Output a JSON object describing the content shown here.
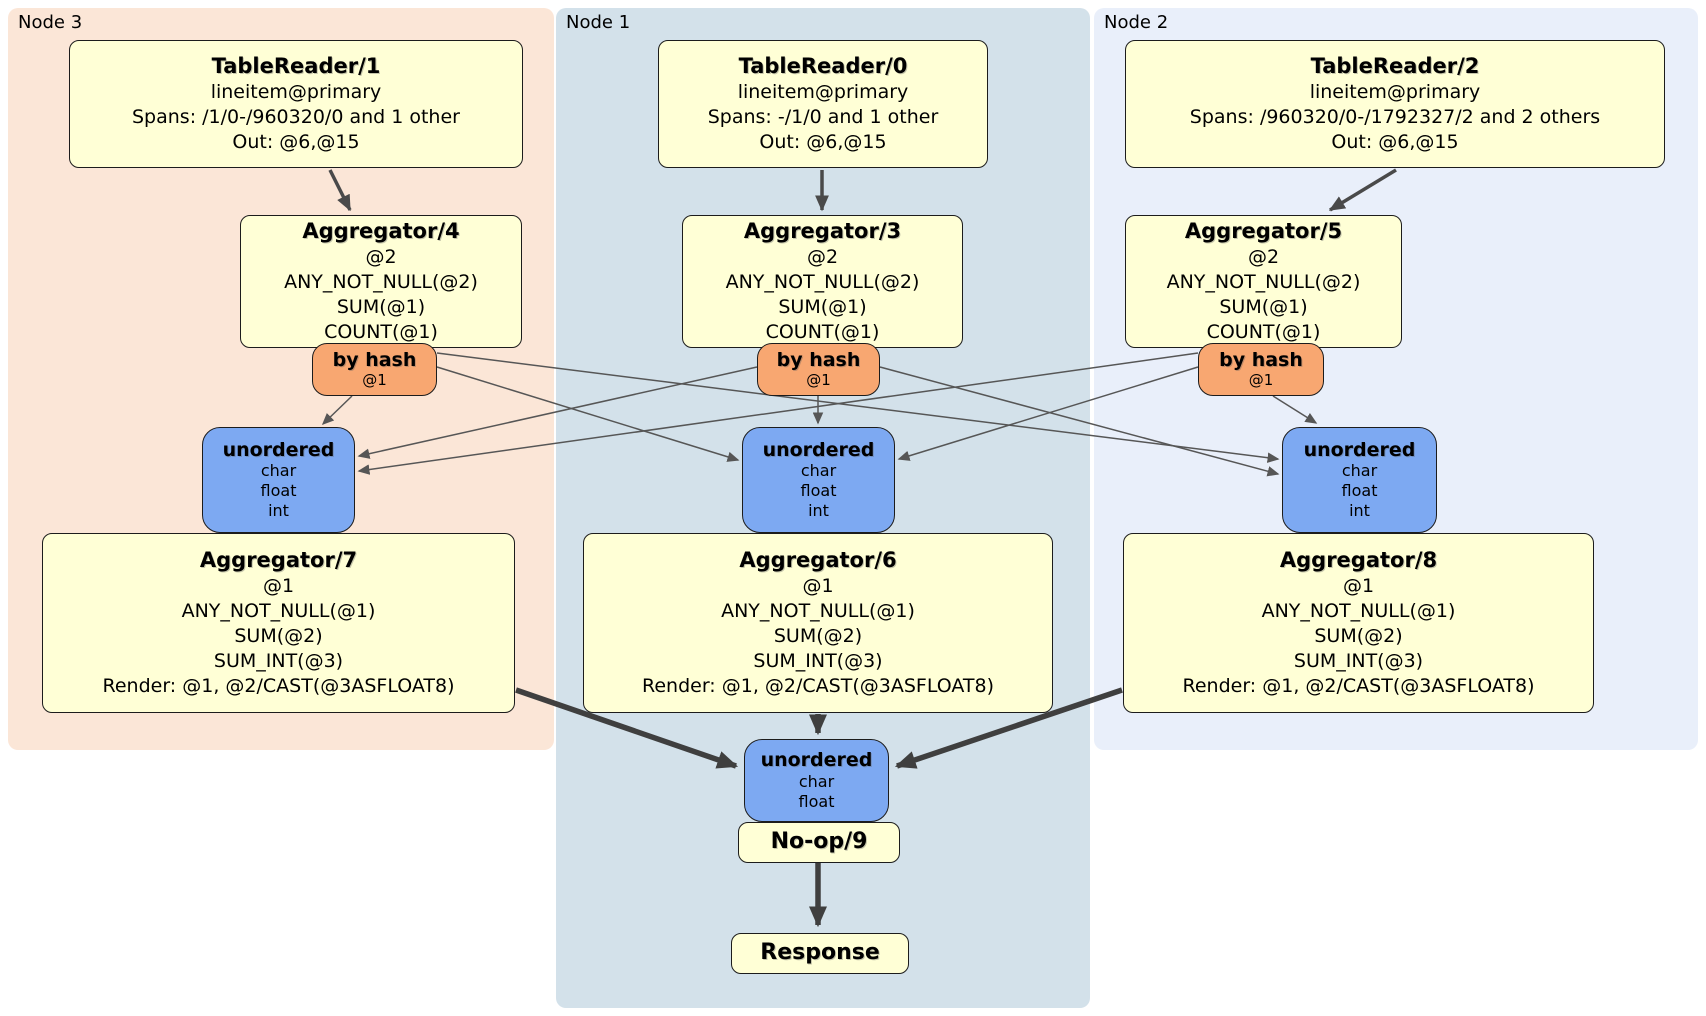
{
  "nodes": [
    {
      "label": "Node 3"
    },
    {
      "label": "Node 1"
    },
    {
      "label": "Node 2"
    }
  ],
  "processors": {
    "tablereader1": {
      "title": "TableReader/1",
      "lines": [
        "lineitem@primary",
        "Spans: /1/0-/960320/0 and 1 other",
        "Out: @6,@15"
      ]
    },
    "tablereader0": {
      "title": "TableReader/0",
      "lines": [
        "lineitem@primary",
        "Spans: -/1/0 and 1 other",
        "Out: @6,@15"
      ]
    },
    "tablereader2": {
      "title": "TableReader/2",
      "lines": [
        "lineitem@primary",
        "Spans: /960320/0-/1792327/2 and 2 others",
        "Out: @6,@15"
      ]
    },
    "aggregator4": {
      "title": "Aggregator/4",
      "lines": [
        "@2",
        "ANY_NOT_NULL(@2)",
        "SUM(@1)",
        "COUNT(@1)"
      ]
    },
    "aggregator3": {
      "title": "Aggregator/3",
      "lines": [
        "@2",
        "ANY_NOT_NULL(@2)",
        "SUM(@1)",
        "COUNT(@1)"
      ]
    },
    "aggregator5": {
      "title": "Aggregator/5",
      "lines": [
        "@2",
        "ANY_NOT_NULL(@2)",
        "SUM(@1)",
        "COUNT(@1)"
      ]
    },
    "aggregator7": {
      "title": "Aggregator/7",
      "lines": [
        "@1",
        "ANY_NOT_NULL(@1)",
        "SUM(@2)",
        "SUM_INT(@3)",
        "Render: @1, @2/CAST(@3ASFLOAT8)"
      ]
    },
    "aggregator6": {
      "title": "Aggregator/6",
      "lines": [
        "@1",
        "ANY_NOT_NULL(@1)",
        "SUM(@2)",
        "SUM_INT(@3)",
        "Render: @1, @2/CAST(@3ASFLOAT8)"
      ]
    },
    "aggregator8": {
      "title": "Aggregator/8",
      "lines": [
        "@1",
        "ANY_NOT_NULL(@1)",
        "SUM(@2)",
        "SUM_INT(@3)",
        "Render: @1, @2/CAST(@3ASFLOAT8)"
      ]
    },
    "noop": {
      "title": "No-op/9"
    },
    "response": {
      "title": "Response"
    }
  },
  "routers": {
    "hash_node3": {
      "title": "by hash",
      "lines": [
        "@1"
      ]
    },
    "hash_node1": {
      "title": "by hash",
      "lines": [
        "@1"
      ]
    },
    "hash_node2": {
      "title": "by hash",
      "lines": [
        "@1"
      ]
    }
  },
  "syncs": {
    "unordered_node3": {
      "title": "unordered",
      "lines": [
        "char",
        "float",
        "int"
      ]
    },
    "unordered_node1": {
      "title": "unordered",
      "lines": [
        "char",
        "float",
        "int"
      ]
    },
    "unordered_node2": {
      "title": "unordered",
      "lines": [
        "char",
        "float",
        "int"
      ]
    },
    "unordered_final": {
      "title": "unordered",
      "lines": [
        "char",
        "float"
      ]
    }
  },
  "colors": {
    "node3_panel_bg": "#fbe6d7",
    "node1_panel_bg": "#d3e1ea",
    "node2_panel_bg": "#e9effa",
    "processor_bg": "#ffffd6",
    "router_bg": "#f8a771",
    "sync_bg": "#7da9f2",
    "box_border": "#1c1c1c",
    "edge_thin": "#565656",
    "edge_thick": "#3f3f3f"
  }
}
